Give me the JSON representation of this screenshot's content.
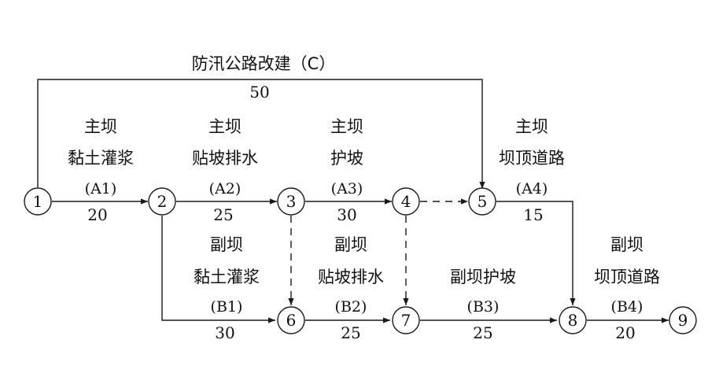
{
  "nodes": [
    {
      "id": "1",
      "label": "1"
    },
    {
      "id": "2",
      "label": "2"
    },
    {
      "id": "3",
      "label": "3"
    },
    {
      "id": "4",
      "label": "4"
    },
    {
      "id": "5",
      "label": "5"
    },
    {
      "id": "6",
      "label": "6"
    },
    {
      "id": "7",
      "label": "7"
    },
    {
      "id": "8",
      "label": "8"
    },
    {
      "id": "9",
      "label": "9"
    }
  ],
  "activities": {
    "C": {
      "from": "1",
      "to": "5",
      "name": "防汛公路改建（C）",
      "duration": "50"
    },
    "A1": {
      "from": "1",
      "to": "2",
      "line1": "主坝",
      "line2": "黏土灌浆",
      "code": "(A1)",
      "duration": "20"
    },
    "A2": {
      "from": "2",
      "to": "3",
      "line1": "主坝",
      "line2": "贴坡排水",
      "code": "(A2)",
      "duration": "25"
    },
    "A3": {
      "from": "3",
      "to": "4",
      "line1": "主坝",
      "line2": "护坡",
      "code": "(A3)",
      "duration": "30"
    },
    "A4": {
      "from": "5",
      "to": "8",
      "line1": "主坝",
      "line2": "坝顶道路",
      "code": "(A4)",
      "duration": "15"
    },
    "B1": {
      "from": "2",
      "to": "6",
      "line1": "副坝",
      "line2": "黏土灌浆",
      "code": "(B1)",
      "duration": "30"
    },
    "B2": {
      "from": "6",
      "to": "7",
      "line1": "副坝",
      "line2": "贴坡排水",
      "code": "(B2)",
      "duration": "25"
    },
    "B3": {
      "from": "7",
      "to": "8",
      "line1": "副坝护坡",
      "code": "(B3)",
      "duration": "25"
    },
    "B4": {
      "from": "8",
      "to": "9",
      "line1": "副坝",
      "line2": "坝顶道路",
      "code": "(B4)",
      "duration": "20"
    }
  },
  "dummies": [
    {
      "from": "4",
      "to": "5"
    },
    {
      "from": "3",
      "to": "6"
    },
    {
      "from": "4",
      "to": "7"
    }
  ]
}
